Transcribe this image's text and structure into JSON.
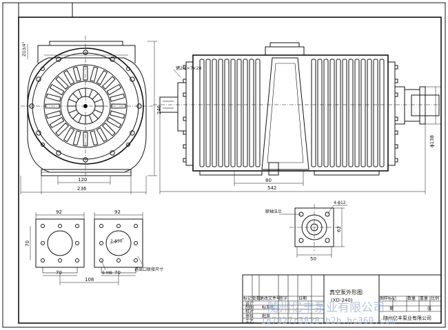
{
  "dimensions": {
    "d246": "246",
    "d120": "120",
    "d236": "236",
    "d542": "542",
    "d80": "80",
    "d138": "ϕ138",
    "d92a": "92",
    "d92b": "92",
    "d70a": "70",
    "d70b": "70",
    "d70c": "70",
    "d108": "108",
    "d62": "62",
    "d50": "50",
    "d412": "4-ϕ12",
    "d2450": "2-ϕ50",
    "d8m8": "8-M8",
    "key": "键2-8×7×28",
    "zg": "ZG3/4\""
  },
  "labels": {
    "port_note": "进出口联接尺寸",
    "flange_note": "联轴法兰"
  },
  "title_block": {
    "title": "真空泵外形图",
    "model": "(XD-240)",
    "col_mark": "图样标记",
    "col_weight": "重量",
    "col_qty": "数量",
    "col_scale": "比例",
    "sheet": "第",
    "sheet_of": "张",
    "company": "随州亿丰泵业有限公司",
    "r_mark": "标记",
    "r_count": "处数",
    "r_doc": "更改文件号",
    "r_sign": "签字",
    "r_date": "日期",
    "r_design": "设计",
    "r_draw": "制图",
    "r_check": "校对",
    "r_review": "审核",
    "r_process": "工艺",
    "r_std": "标准化",
    "r_approve": "批准"
  },
  "watermark": {
    "company": "随州亿丰泵业有限公司",
    "url": "187827r3828.b2b.hc360.com"
  }
}
